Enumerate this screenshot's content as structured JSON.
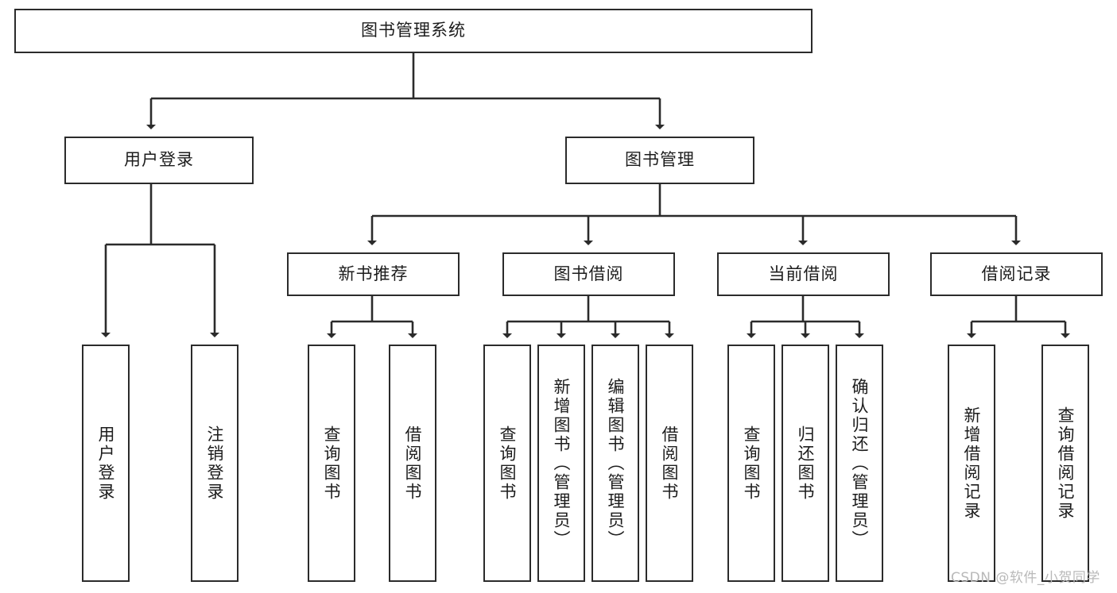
{
  "diagram": {
    "title": "图书管理系统",
    "type": "tree-hierarchy",
    "root": {
      "label": "图书管理系统"
    },
    "level2": [
      {
        "label": "用户登录"
      },
      {
        "label": "图书管理"
      }
    ],
    "level3": [
      {
        "label": "新书推荐"
      },
      {
        "label": "图书借阅"
      },
      {
        "label": "当前借阅"
      },
      {
        "label": "借阅记录"
      }
    ],
    "leaves": {
      "user_login": [
        {
          "label": "用户登录"
        },
        {
          "label": "注销登录"
        }
      ],
      "new_book_recommend": [
        {
          "label": "查询图书"
        },
        {
          "label": "借阅图书"
        }
      ],
      "book_borrow": [
        {
          "label": "查询图书"
        },
        {
          "label": "新增图书（管理员）"
        },
        {
          "label": "编辑图书（管理员）"
        },
        {
          "label": "借阅图书"
        }
      ],
      "current_borrow": [
        {
          "label": "查询图书"
        },
        {
          "label": "归还图书"
        },
        {
          "label": "确认归还（管理员）"
        }
      ],
      "borrow_record": [
        {
          "label": "新增借阅记录"
        },
        {
          "label": "查询借阅记录"
        }
      ]
    }
  },
  "watermark": {
    "text": "CSDN @软件_小贺同学"
  },
  "colors": {
    "border": "#2b2b2b",
    "text": "#1c1c1c",
    "background": "#ffffff",
    "watermark": "#b9b9b9"
  }
}
